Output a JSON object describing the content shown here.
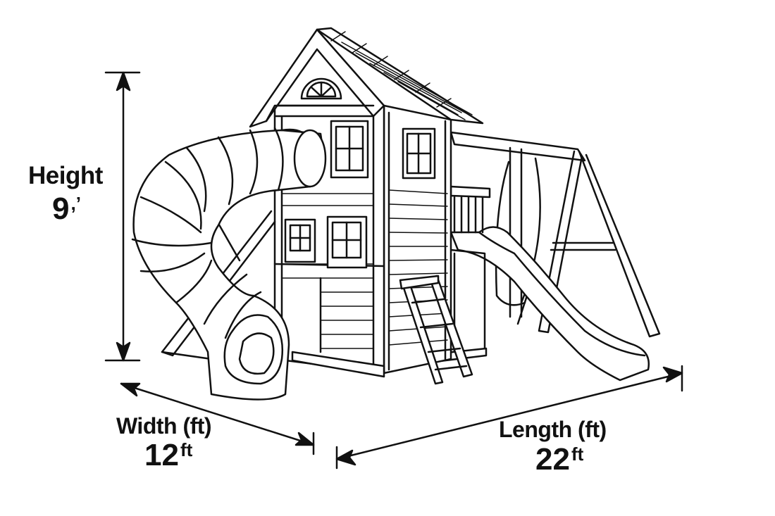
{
  "dimensions": {
    "height": {
      "label": "Height",
      "value": "9",
      "unit": ",’"
    },
    "width": {
      "label": "Width (ft)",
      "value": "12",
      "unit": "ft"
    },
    "length": {
      "label": "Length (ft)",
      "value": "22",
      "unit": "ft"
    }
  },
  "colors": {
    "ink": "#111111",
    "background": "#ffffff"
  }
}
